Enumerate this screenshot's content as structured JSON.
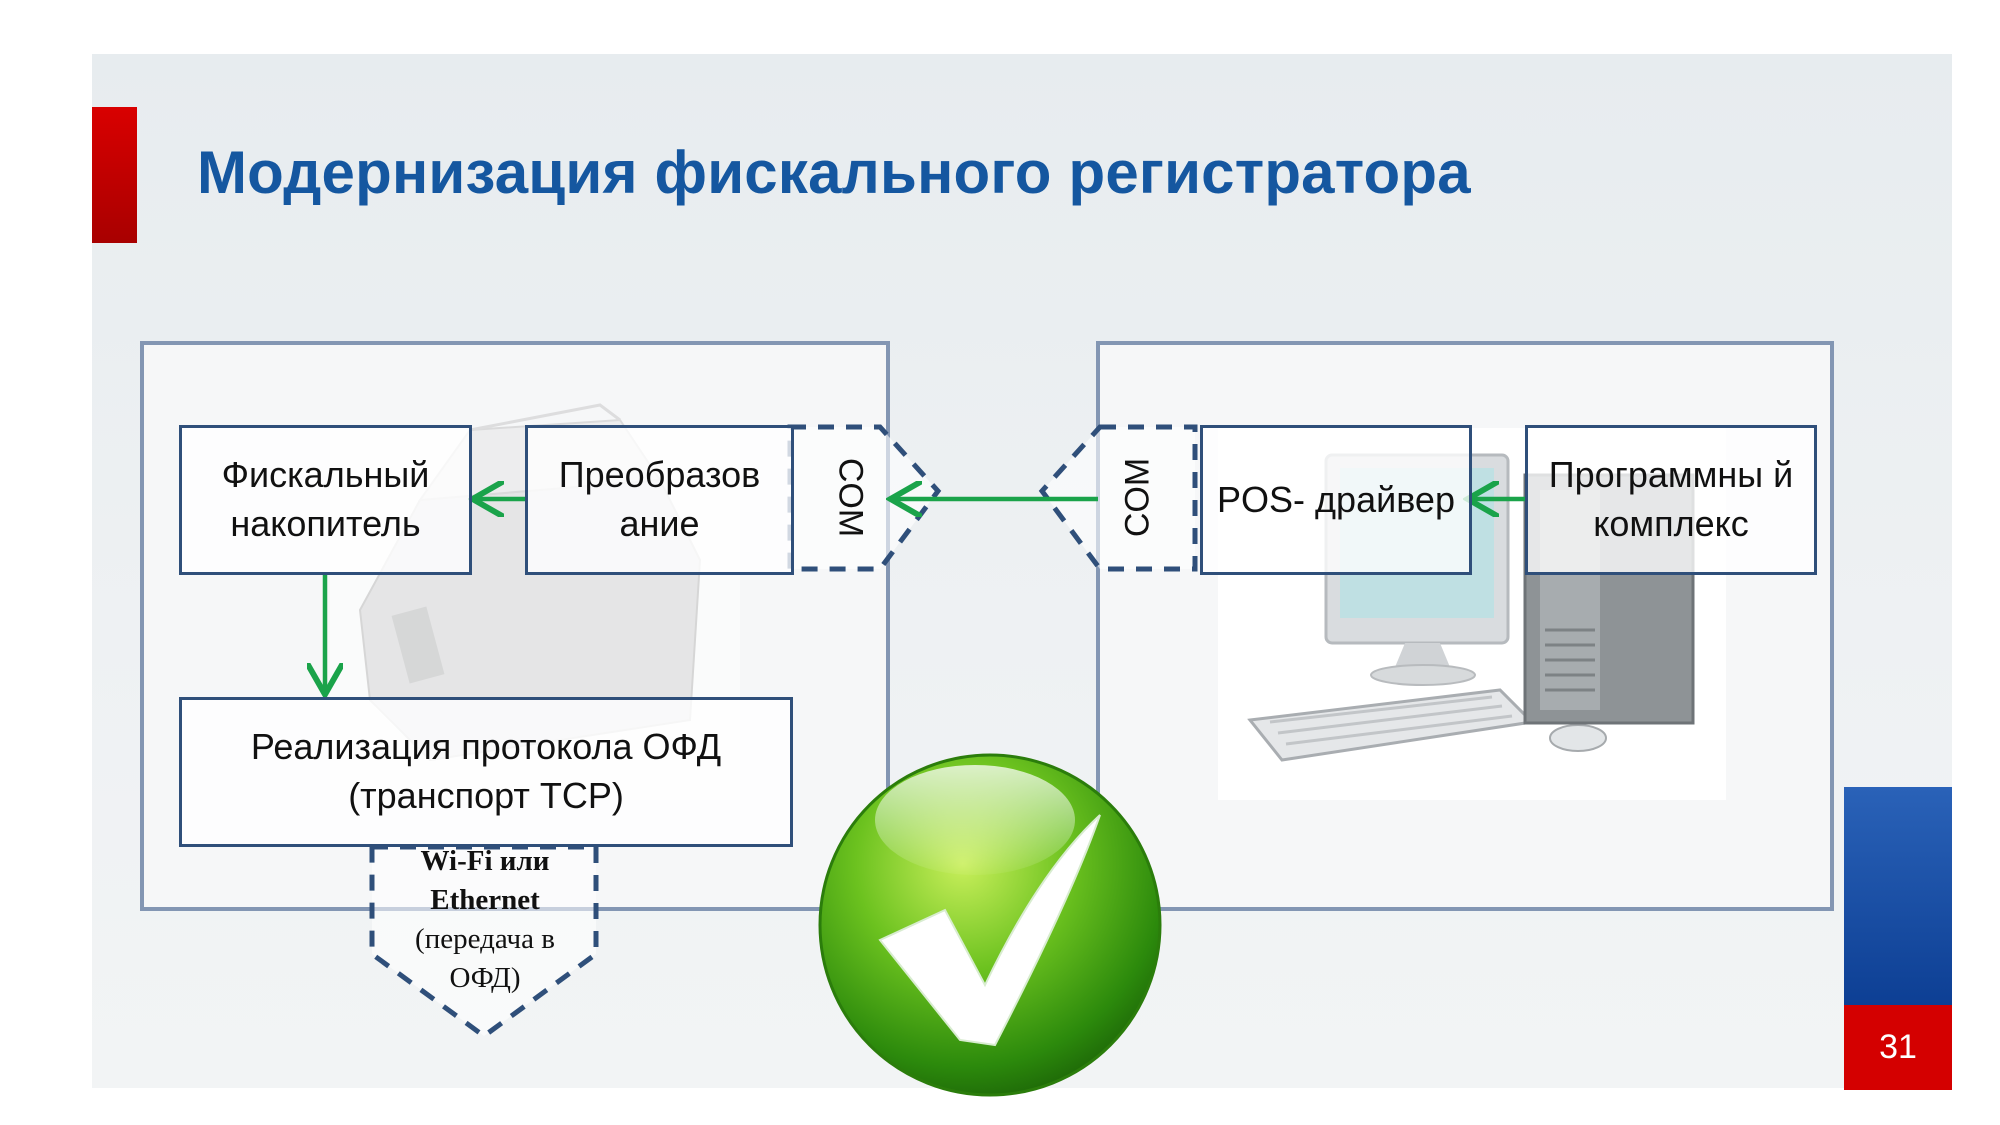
{
  "slide": {
    "title": "Модернизация фискального регистратора",
    "page_number": "31"
  },
  "left_panel": {
    "fiscal_storage": "Фискальный накопитель",
    "converter": "Преобразов ание",
    "com_port": "COM",
    "ofd_protocol": "Реализация протокола ОФД (транспорт TCP)",
    "wifi_line1": "Wi-Fi или",
    "wifi_line2": "Ethernet",
    "wifi_line3": "(передача в",
    "wifi_line4": "ОФД)"
  },
  "right_panel": {
    "com_port": "COM",
    "pos_driver": "POS- драйвер",
    "software": "Программны й комплекс"
  },
  "icons": {
    "printer": "receipt-printer-icon",
    "computer": "desktop-computer-icon",
    "checkmark": "green-checkmark-icon"
  },
  "colors": {
    "title": "#1557a0",
    "box_border": "#2f4f7a",
    "arrow": "#1aa34a",
    "accent_red": "#d40000",
    "accent_blue": "#1f55ab"
  }
}
